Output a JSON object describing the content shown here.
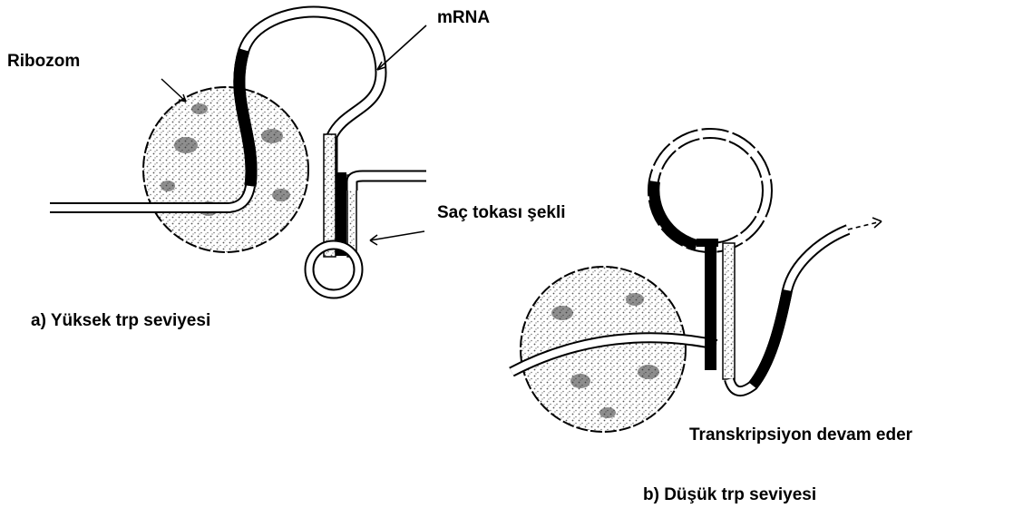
{
  "labels": {
    "ribosome": "Ribozom",
    "mrna": "mRNA",
    "hairpin": "Saç tokası şekli",
    "transcription_continues": "Transkripsiyon devam eder"
  },
  "captions": {
    "high_trp": "a) Yüksek trp seviyesi",
    "low_trp": "b) Düşük trp seviyesi"
  },
  "colors": {
    "ink": "#000000",
    "paper": "#ffffff",
    "stipple": "#555555"
  }
}
